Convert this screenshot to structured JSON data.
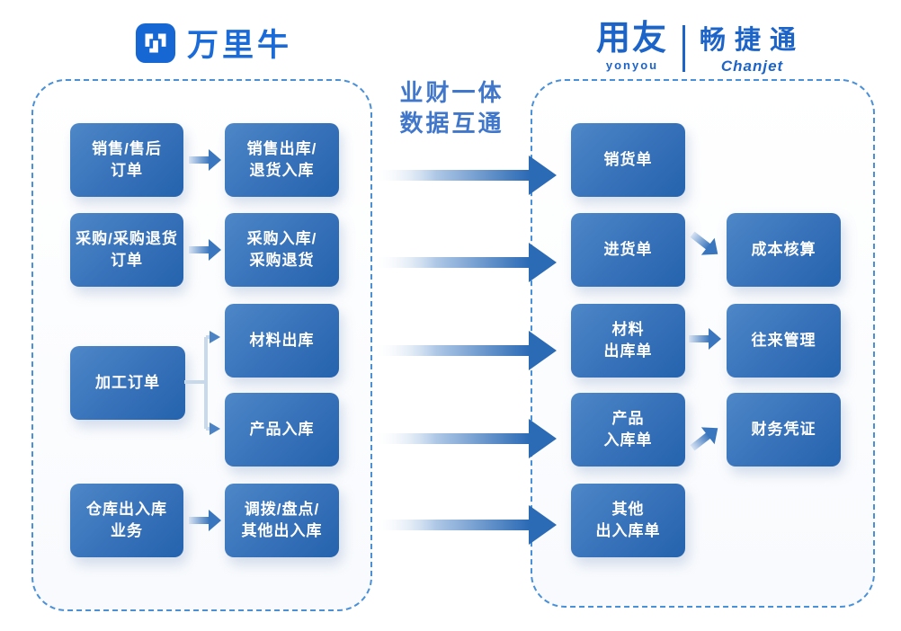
{
  "header": {
    "wanliniu_logo": "万里牛",
    "yonyou_logo": "用友",
    "yonyou_sub": "yonyou",
    "chanjet_logo": "畅捷通",
    "chanjet_sub": "Chanjet"
  },
  "center_title": "业财一体\n数据互通",
  "colors": {
    "box_gradient_light": "#4e88c8",
    "box_gradient_dark": "#2563ae",
    "dashed_border": "#4a90d9",
    "logo_blue": "#1a6bd8",
    "yonyou_blue": "#1d64c8",
    "title_blue": "#4177cb",
    "arrow_blue": "#2b6ab5"
  },
  "left_panel": {
    "col1": [
      "销售/售后\n订单",
      "采购/采购退货\n订单",
      "加工订单",
      "仓库出入库\n业务"
    ],
    "col2": [
      "销售出库/\n退货入库",
      "采购入库/\n采购退货",
      "材料出库",
      "产品入库",
      "调拨/盘点/\n其他出入库"
    ]
  },
  "right_panel": {
    "col1": [
      "销货单",
      "进货单",
      "材料\n出库单",
      "产品\n入库单",
      "其他\n出入库单"
    ],
    "col2": [
      "成本核算",
      "往来管理",
      "财务凭证"
    ]
  }
}
